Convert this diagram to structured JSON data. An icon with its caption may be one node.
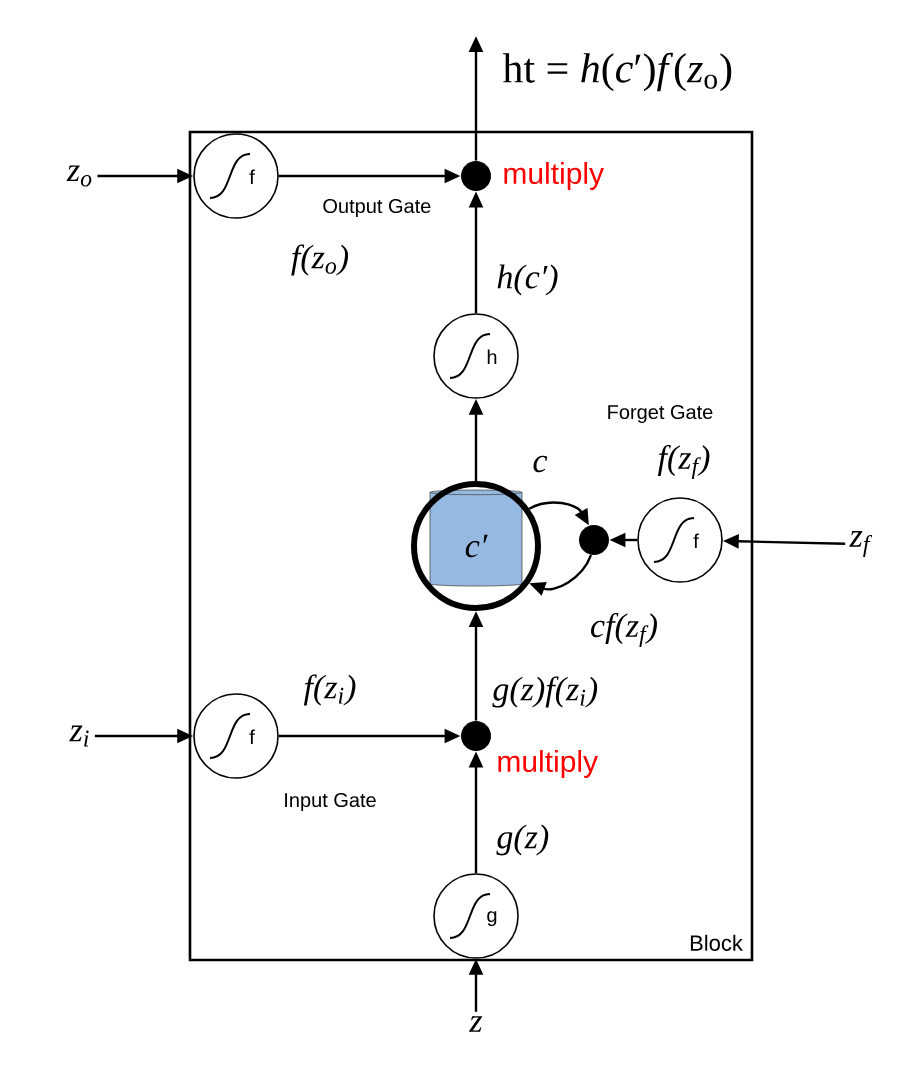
{
  "diagram": {
    "nodes": [
      {
        "text": [
          "Block"
        ]
      },
      {
        "text": [
          "z$_{o}$"
        ]
      },
      {
        "text": [
          "f"
        ],
        "in": 0
      },
      {
        "text": [],
        "shape": "circle",
        "beside": [
          "multiply"
        ],
        "in": 0
      },
      {
        "text": [
          "h"
        ],
        "in": 0
      },
      {
        "text": [
          "c′"
        ],
        "in": 0
      },
      {
        "text": [],
        "shape": "circle",
        "in": 0
      },
      {
        "text": [
          "f"
        ],
        "in": 0
      },
      {
        "text": [
          "z$_{f}$"
        ]
      },
      {
        "text": [
          "z$_{i}$"
        ]
      },
      {
        "text": [
          "f"
        ],
        "in": 0
      },
      {
        "text": [],
        "shape": "circle",
        "beside": [
          "multiply"
        ],
        "in": 0
      },
      {
        "text": [
          "g"
        ],
        "in": 0
      },
      {
        "text": [
          "z"
        ]
      }
    ],
    "edges": [
      {
        "from": 1,
        "to": 2,
        "arrow": "to"
      },
      {
        "from": 2,
        "to": 3,
        "arrow": "to",
        "label": "f(z$_{o}$)"
      },
      {
        "from": 4,
        "to": 3,
        "arrow": "to",
        "label": "h(c′)"
      },
      {
        "from": 3,
        "to": null,
        "arrow": "to",
        "label": "ht = *h*(*c*′)*f*(*z*$_{o}$)"
      },
      {
        "from": 5,
        "to": 4,
        "arrow": "to"
      },
      {
        "from": 5,
        "to": 6,
        "arrow": "to",
        "label": "c"
      },
      {
        "from": 6,
        "to": 5,
        "arrow": "to",
        "label": "cf(z$_{f}$)"
      },
      {
        "from": 7,
        "to": 6,
        "arrow": "to",
        "label": "f(z$_{f}$)"
      },
      {
        "from": 8,
        "to": 7,
        "arrow": "to"
      },
      {
        "from": 9,
        "to": 10,
        "arrow": "to"
      },
      {
        "from": 10,
        "to": 11,
        "arrow": "to",
        "label": "f(z$_{i}$)"
      },
      {
        "from": 11,
        "to": 5,
        "arrow": "to",
        "label": "g(z)f(z$_{i}$)"
      },
      {
        "from": 12,
        "to": 11,
        "arrow": "to",
        "label": "g(z)"
      },
      {
        "from": 13,
        "to": 12,
        "arrow": "to"
      }
    ],
    "labels": [
      "Output Gate",
      "Forget Gate",
      "Input Gate"
    ]
  }
}
